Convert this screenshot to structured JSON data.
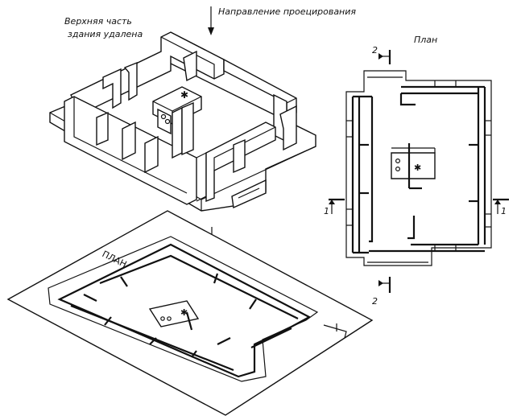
{
  "labels": {
    "removed_top": [
      "Верхняя часть",
      "здания удалена"
    ],
    "projection_direction": "Направление проецирования",
    "plan_title": "План",
    "plan_on_sheet": "ПЛАН",
    "section_1_left": "1",
    "section_1_right": "1",
    "section_2_top": "2",
    "section_2_bottom": "2"
  }
}
